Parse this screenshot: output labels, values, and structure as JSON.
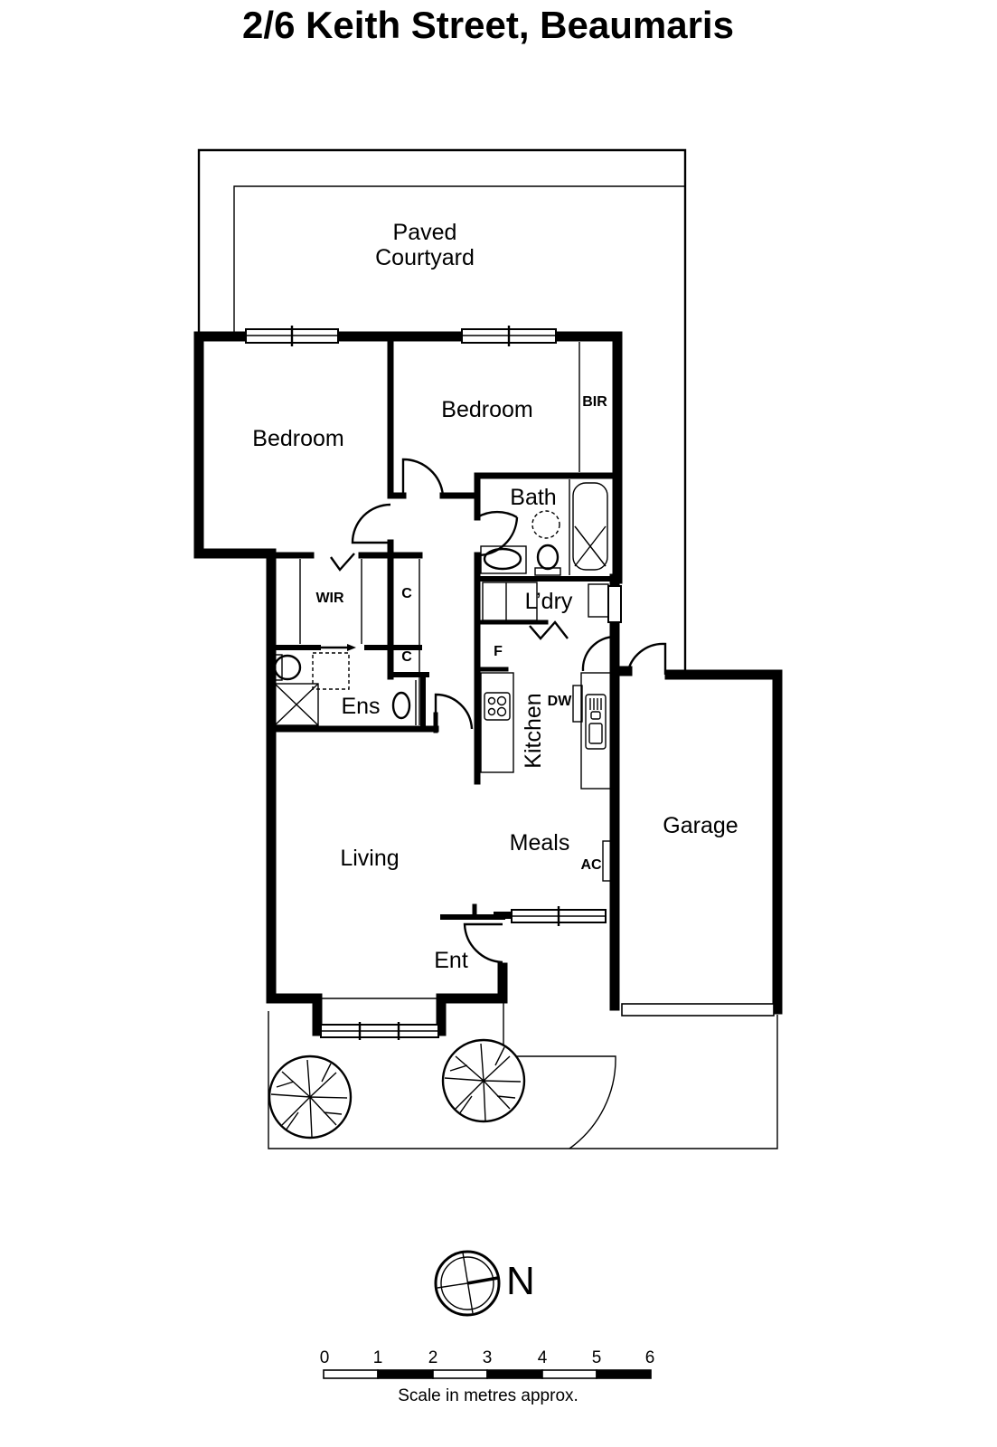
{
  "title": "2/6 Keith Street, Beaumaris",
  "rooms": {
    "courtyard_line1": "Paved",
    "courtyard_line2": "Courtyard",
    "bedroom1": "Bedroom",
    "bedroom2": "Bedroom",
    "bir": "BIR",
    "bath": "Bath",
    "wir": "WIR",
    "closet1": "C",
    "closet2": "C",
    "ens": "Ens",
    "laundry": "L’dry",
    "fridge": "F",
    "dishwasher": "DW",
    "kitchen": "Kitchen",
    "garage": "Garage",
    "meals": "Meals",
    "ac": "AC",
    "living": "Living",
    "entry": "Ent"
  },
  "compass": {
    "label": "N",
    "icon": "north-arrow-icon"
  },
  "scale": {
    "ticks": [
      "0",
      "1",
      "2",
      "3",
      "4",
      "5",
      "6"
    ],
    "caption": "Scale in metres approx."
  },
  "colors": {
    "ink": "#000000",
    "paper": "#ffffff"
  }
}
